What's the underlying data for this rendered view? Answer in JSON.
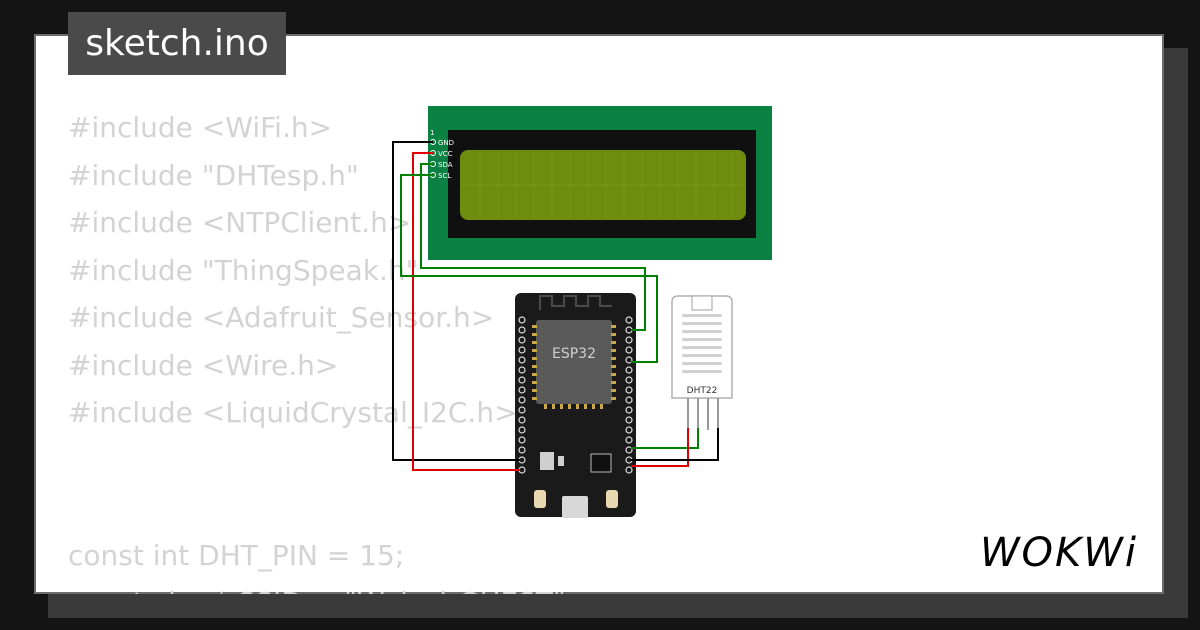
{
  "tab": {
    "filename": "sketch.ino"
  },
  "code": {
    "lines": [
      "#include <WiFi.h>",
      "#include \"DHTesp.h\"",
      "#include <NTPClient.h>",
      "#include \"ThingSpeak.h\"",
      "#include <Adafruit_Sensor.h>",
      "#include <Wire.h>",
      "#include <LiquidCrystal_I2C.h>",
      "",
      "",
      "const int DHT_PIN = 15;",
      "const char* SSID = \"Wokwi-GUEST\";"
    ]
  },
  "lcd": {
    "pin1_label": "1",
    "pins": [
      "GND",
      "VCC",
      "SDA",
      "SCL"
    ]
  },
  "esp32": {
    "label": "ESP32"
  },
  "dht22": {
    "label": "DHT22"
  },
  "brand": {
    "name": "WOKWi"
  },
  "colors": {
    "page_background": "#141414",
    "tab_background": "#4a4a4a",
    "code_text": "#d3d3d3",
    "lcd_board": "#0b8043",
    "lcd_screen": "#6e8c0e",
    "wire_gnd": "#000000",
    "wire_vcc": "#e00000",
    "wire_data": "#008000"
  }
}
